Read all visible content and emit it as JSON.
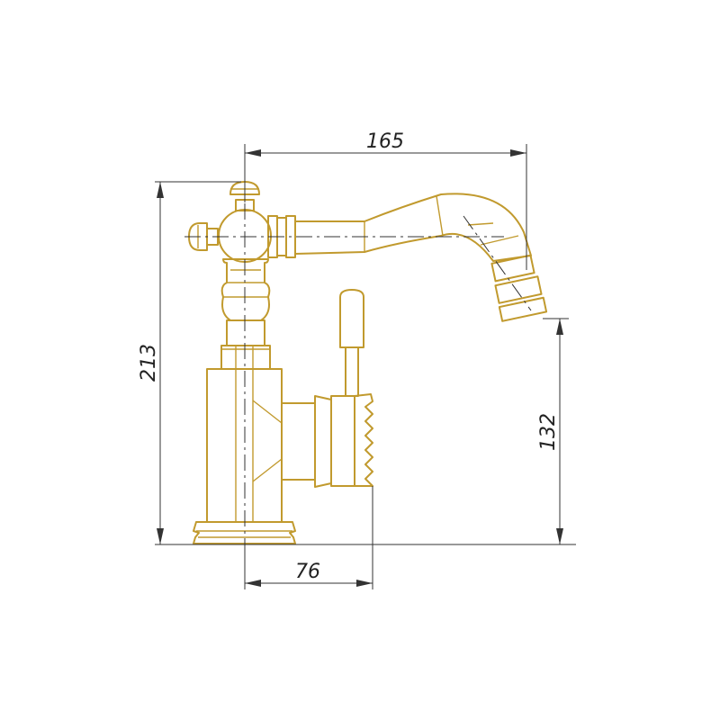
{
  "dimensions": {
    "width_top": "165",
    "height_total": "213",
    "spout_height": "132",
    "base_to_lever": "76"
  },
  "colors": {
    "outline": "#c19a2e",
    "dimension_lines": "#333333",
    "background": "#ffffff"
  }
}
